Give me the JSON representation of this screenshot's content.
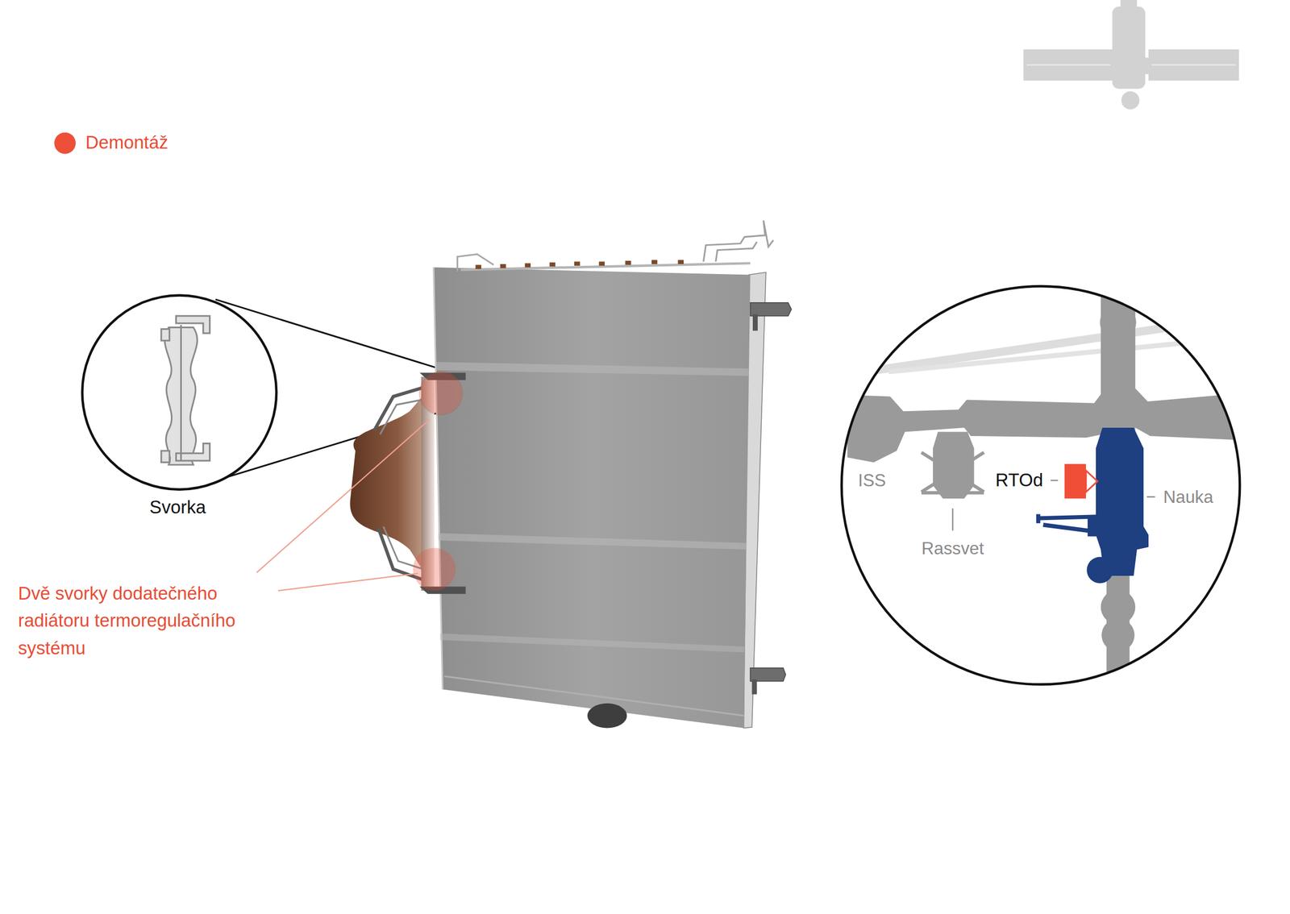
{
  "diagram": {
    "labels": [
      "Svorka",
      "Dvě svorky dodatečného radiátoru termoregulačního systému",
      "ISS",
      "RTOd",
      "Nauka",
      "Rassvet"
    ],
    "legend": [
      {
        "text": "Demontáž",
        "color": "#ee4f38"
      }
    ]
  }
}
